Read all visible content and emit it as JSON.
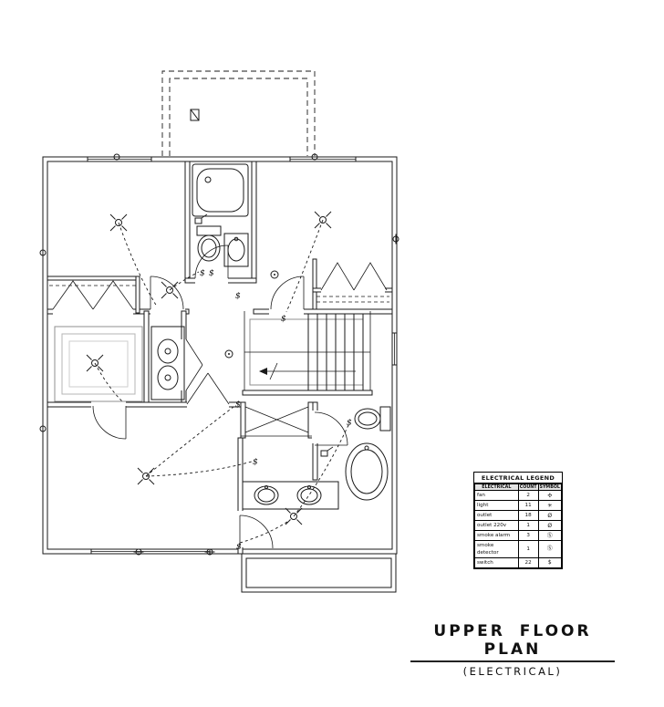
{
  "page": {
    "background": "#ffffff"
  },
  "plan_title": {
    "main": "UPPER FLOOR PLAN",
    "sub": "(ELECTRICAL)"
  },
  "legend": {
    "title": "ELECTRICAL LEGEND",
    "headers": {
      "name": "ELECTRICAL",
      "count": "COUNT",
      "symbol": "SYMBOL"
    },
    "rows": [
      {
        "name": "fan",
        "count": "2",
        "symbol": "✣"
      },
      {
        "name": "light",
        "count": "11",
        "symbol": "✳"
      },
      {
        "name": "outlet",
        "count": "18",
        "symbol": "Ø"
      },
      {
        "name": "outlet 220v",
        "count": "1",
        "symbol": "Ø"
      },
      {
        "name": "smoke alarm",
        "count": "3",
        "symbol": "Ⓢ"
      },
      {
        "name": "smoke detector",
        "count": "1",
        "symbol": "Ⓢ"
      },
      {
        "name": "switch",
        "count": "22",
        "symbol": "$"
      }
    ]
  },
  "drawing": {
    "colors": {
      "line": "#1a1a1a",
      "gray": "#9b9b9b"
    },
    "symbols": {
      "switch_glyph": "$"
    }
  }
}
